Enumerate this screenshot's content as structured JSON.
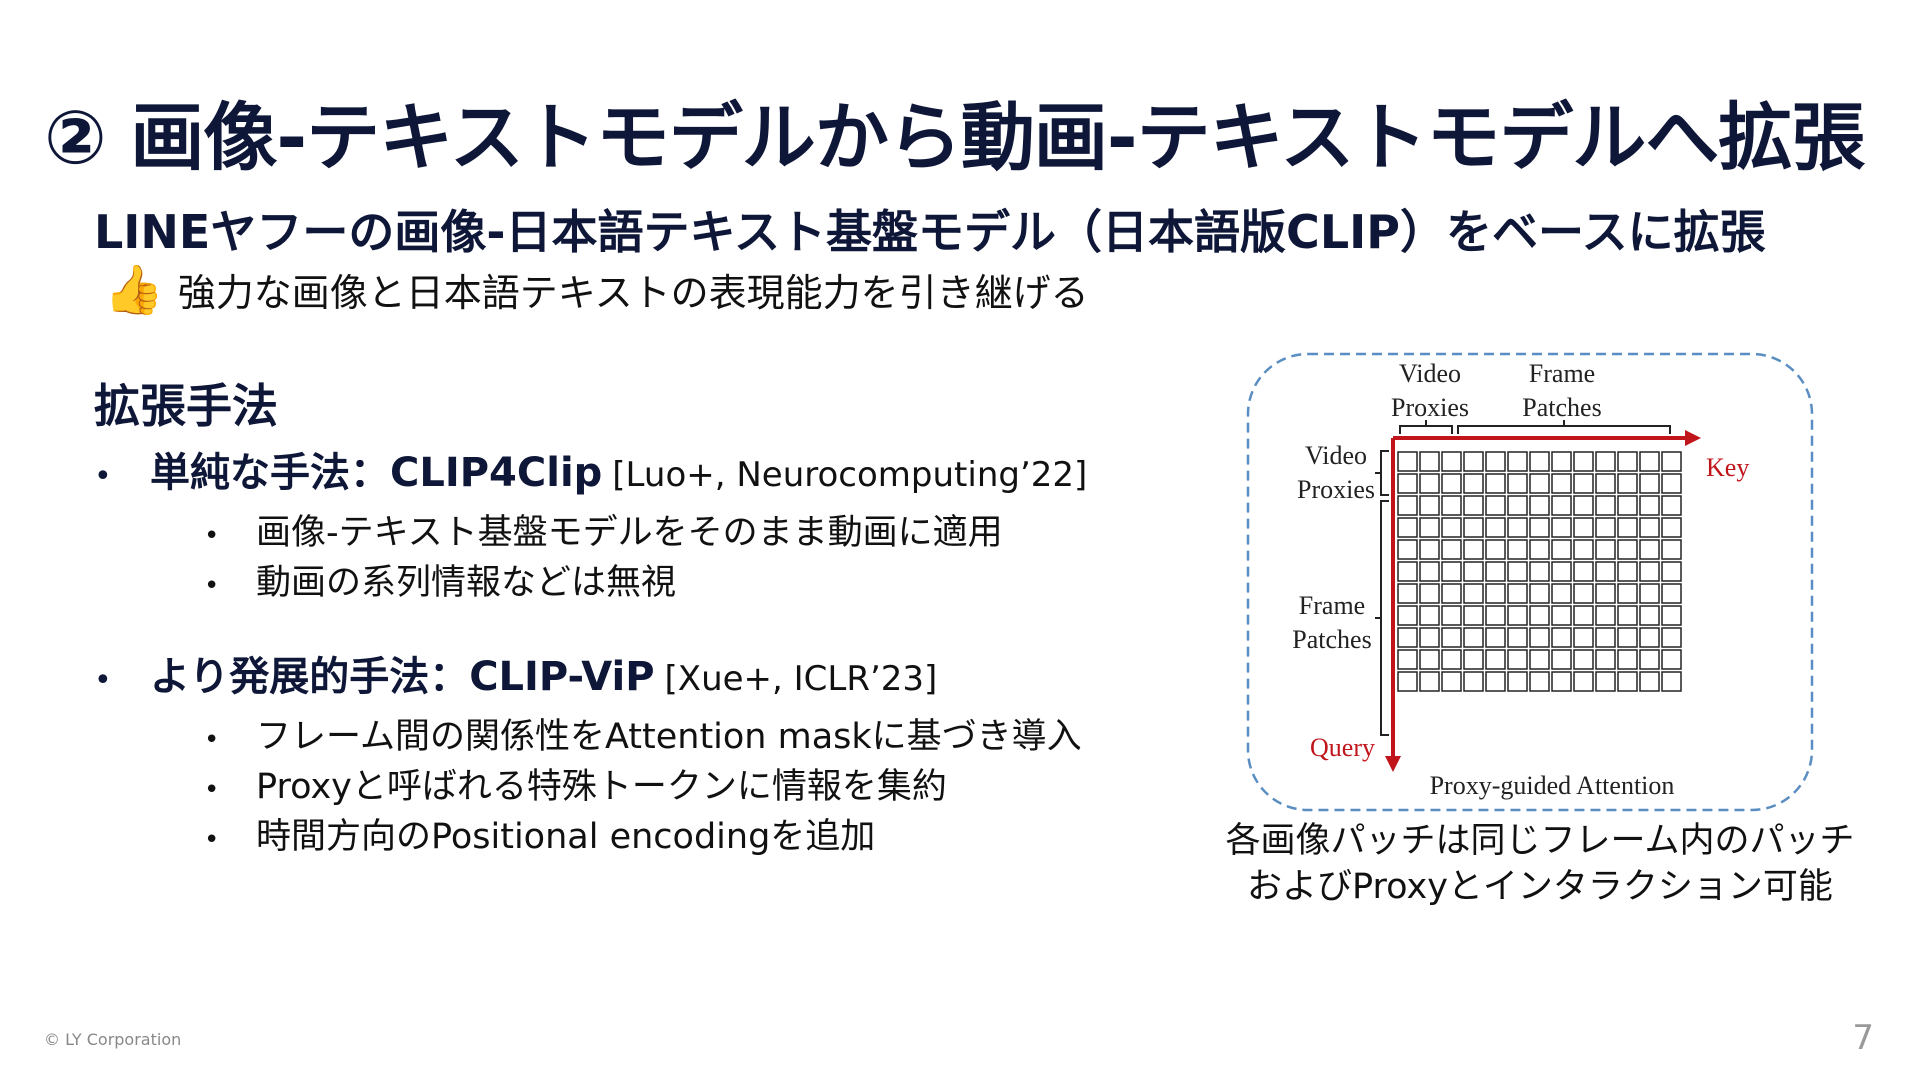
{
  "slide": {
    "title": "② 画像-テキストモデルから動画-テキストモデルへ拡張",
    "subtitle": "LINEヤフーの画像-日本語テキスト基盤モデル（日本語版CLIP）をベースに拡張",
    "benefit_icon": "thumbs-up-icon",
    "benefit_text": "強力な画像と日本語テキストの表現能力を引き継げる",
    "section_heading": "拡張手法",
    "methods": [
      {
        "title": "単純な手法：CLIP4Clip",
        "ref": "[Luo+, Neurocomputing’22]",
        "points": [
          "画像-テキスト基盤モデルをそのまま動画に適用",
          "動画の系列情報などは無視"
        ]
      },
      {
        "title": "より発展的手法：CLIP-ViP",
        "ref": "[Xue+, ICLR’23]",
        "points": [
          "フレーム間の関係性をAttention maskに基づき導入",
          "Proxyと呼ばれる特殊トークンに情報を集約",
          "時間方向のPositional encodingを追加"
        ]
      }
    ],
    "caption_line1": "各画像パッチは同じフレーム内のパッチ",
    "caption_line2": "およびProxyとインタラクション可能",
    "footer": "© LY Corporation",
    "page_number": "7"
  },
  "diagram": {
    "top_label_video_1": "Video",
    "top_label_video_2": "Proxies",
    "top_label_frame_1": "Frame",
    "top_label_frame_2": "Patches",
    "left_label_video_1": "Video",
    "left_label_video_2": "Proxies",
    "left_label_frame_1": "Frame",
    "left_label_frame_2": "Patches",
    "key_label": "Key",
    "query_label": "Query",
    "bottom_label": "Proxy-guided Attention",
    "colors": {
      "axis": "#c0151b",
      "border": "#5a8ec2",
      "filled": "#8e8e8e",
      "empty": "#ffffff"
    },
    "grid_rows": [
      "0000000000000",
      "0000000000000",
      "0000000000000",
      "0000000000000",
      "0000000000000",
      "0000000000000",
      "0000000000000",
      "0000000000000",
      "0000000000000",
      "0000000000000",
      "0000000000000"
    ]
  }
}
